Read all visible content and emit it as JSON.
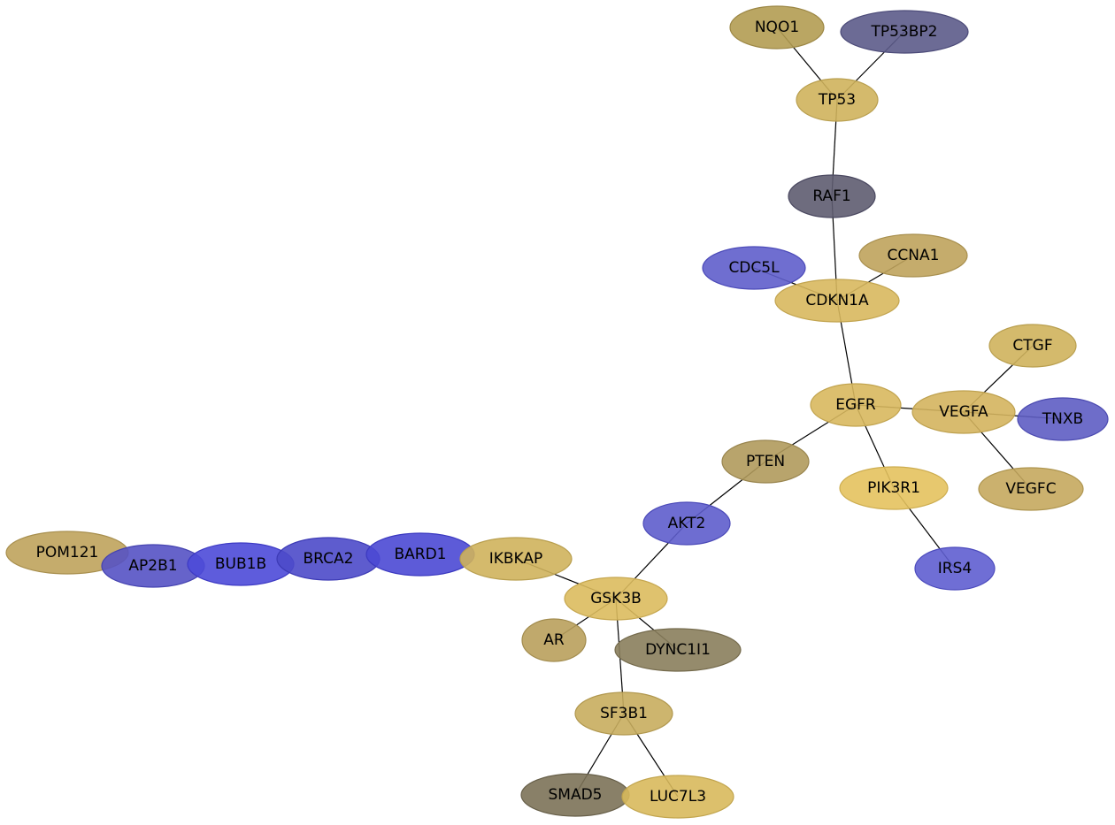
{
  "nodes": {
    "NQO1": {
      "label": "NQO1",
      "fill": "#b39c52",
      "stroke": "#9c8745"
    },
    "TP53BP2": {
      "label": "TP53BP2",
      "fill": "#5c5b8a",
      "stroke": "#4b4a78"
    },
    "TP53": {
      "label": "TP53",
      "fill": "#cfb25c",
      "stroke": "#b99f4f"
    },
    "RAF1": {
      "label": "RAF1",
      "fill": "#5e5c70",
      "stroke": "#4a4860"
    },
    "CDC5L": {
      "label": "CDC5L",
      "fill": "#5f5ecb",
      "stroke": "#4b4ab8"
    },
    "CCNA1": {
      "label": "CCNA1",
      "fill": "#bfa35c",
      "stroke": "#a88f4e"
    },
    "CDKN1A": {
      "label": "CDKN1A",
      "fill": "#d8b85e",
      "stroke": "#c2a44f"
    },
    "CTGF": {
      "label": "CTGF",
      "fill": "#cfb25c",
      "stroke": "#b99f4f"
    },
    "EGFR": {
      "label": "EGFR",
      "fill": "#d8b85e",
      "stroke": "#c2a44f"
    },
    "VEGFA": {
      "label": "VEGFA",
      "fill": "#d4b45e",
      "stroke": "#bea14f"
    },
    "TNXB": {
      "label": "TNXB",
      "fill": "#5e5dc3",
      "stroke": "#4b4ab0"
    },
    "PTEN": {
      "label": "PTEN",
      "fill": "#b09a5c",
      "stroke": "#99854e"
    },
    "PIK3R1": {
      "label": "PIK3R1",
      "fill": "#e4c25e",
      "stroke": "#cdad50"
    },
    "VEGFC": {
      "label": "VEGFC",
      "fill": "#c5a95e",
      "stroke": "#ae954f"
    },
    "AKT2": {
      "label": "AKT2",
      "fill": "#5e5dcc",
      "stroke": "#4b4ab8"
    },
    "IRS4": {
      "label": "IRS4",
      "fill": "#5f5ed0",
      "stroke": "#4b4abc"
    },
    "POM121": {
      "label": "POM121",
      "fill": "#bfa35c",
      "stroke": "#a88f4e"
    },
    "AP2B1": {
      "label": "AP2B1",
      "fill": "#5552c4",
      "stroke": "#4543b0"
    },
    "BUB1B": {
      "label": "BUB1B",
      "fill": "#4d4ad8",
      "stroke": "#3d3ac4"
    },
    "BRCA2": {
      "label": "BRCA2",
      "fill": "#4c4ac9",
      "stroke": "#3c3ab5"
    },
    "BARD1": {
      "label": "BARD1",
      "fill": "#4b49d4",
      "stroke": "#3b39c0"
    },
    "IKBKAP": {
      "label": "IKBKAP",
      "fill": "#cfb25c",
      "stroke": "#b99f4f"
    },
    "GSK3B": {
      "label": "GSK3B",
      "fill": "#dcbb5e",
      "stroke": "#c6a750"
    },
    "AR": {
      "label": "AR",
      "fill": "#b9a05c",
      "stroke": "#a28c4e"
    },
    "DYNC1I1": {
      "label": "DYNC1I1",
      "fill": "#8a7e5c",
      "stroke": "#746a4c"
    },
    "SF3B1": {
      "label": "SF3B1",
      "fill": "#c8ad5e",
      "stroke": "#b1984f"
    },
    "SMAD5": {
      "label": "SMAD5",
      "fill": "#7c7258",
      "stroke": "#675f49"
    },
    "LUC7L3": {
      "label": "LUC7L3",
      "fill": "#d8b95c",
      "stroke": "#c2a54e"
    }
  },
  "edges": [
    [
      "NQO1",
      "TP53"
    ],
    [
      "TP53BP2",
      "TP53"
    ],
    [
      "TP53",
      "RAF1"
    ],
    [
      "RAF1",
      "CDKN1A"
    ],
    [
      "CDC5L",
      "CDKN1A"
    ],
    [
      "CCNA1",
      "CDKN1A"
    ],
    [
      "CDKN1A",
      "EGFR"
    ],
    [
      "EGFR",
      "VEGFA"
    ],
    [
      "EGFR",
      "PTEN"
    ],
    [
      "EGFR",
      "PIK3R1"
    ],
    [
      "VEGFA",
      "CTGF"
    ],
    [
      "VEGFA",
      "TNXB"
    ],
    [
      "VEGFA",
      "VEGFC"
    ],
    [
      "PIK3R1",
      "IRS4"
    ],
    [
      "PTEN",
      "AKT2"
    ],
    [
      "AKT2",
      "GSK3B"
    ],
    [
      "IKBKAP",
      "GSK3B"
    ],
    [
      "GSK3B",
      "AR"
    ],
    [
      "GSK3B",
      "DYNC1I1"
    ],
    [
      "GSK3B",
      "SF3B1"
    ],
    [
      "SF3B1",
      "SMAD5"
    ],
    [
      "SF3B1",
      "LUC7L3"
    ]
  ]
}
